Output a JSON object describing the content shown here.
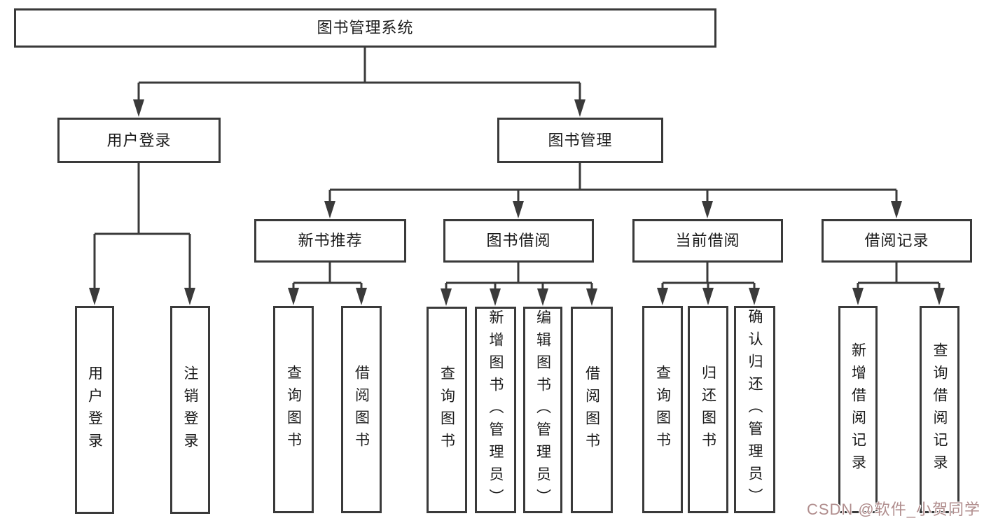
{
  "diagram": {
    "title": "图书管理系统",
    "branches": [
      {
        "label": "用户登录",
        "children": [
          "用户登录",
          "注销登录"
        ]
      },
      {
        "label": "图书管理",
        "groups": [
          {
            "label": "新书推荐",
            "children": [
              "查询图书",
              "借阅图书"
            ]
          },
          {
            "label": "图书借阅",
            "children": [
              "查询图书",
              "新增图书（管理员）",
              "编辑图书（管理员）",
              "借阅图书"
            ]
          },
          {
            "label": "当前借阅",
            "children": [
              "查询图书",
              "归还图书",
              "确认归还（管理员）"
            ]
          },
          {
            "label": "借阅记录",
            "children": [
              "新增借阅记录",
              "查询借阅记录"
            ]
          }
        ]
      }
    ]
  },
  "watermark": {
    "text": "CSDN @软件_小贺同学",
    "color": "#b08d8d"
  },
  "colors": {
    "line": "#3a3a3a",
    "box_border": "#3a3a3a",
    "text": "#1a1a1a",
    "background": "#ffffff"
  }
}
